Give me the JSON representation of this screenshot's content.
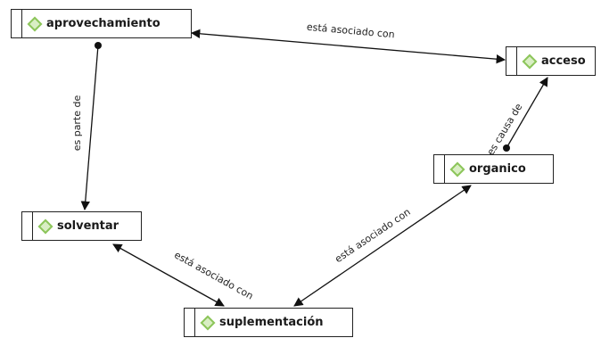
{
  "nodes": {
    "aprovechamiento": {
      "label": "aprovechamiento",
      "icon": "diamond-icon"
    },
    "acceso": {
      "label": "acceso",
      "icon": "diamond-icon"
    },
    "organico": {
      "label": "organico",
      "icon": "diamond-icon"
    },
    "solventar": {
      "label": "solventar",
      "icon": "diamond-icon"
    },
    "suplementacion": {
      "label": "suplementación",
      "icon": "diamond-icon"
    }
  },
  "edges": [
    {
      "from": "aprovechamiento",
      "to": "acceso",
      "label": "está asociado con",
      "style": "bidirectional"
    },
    {
      "from": "aprovechamiento",
      "to": "solventar",
      "label": "es parte de",
      "style": "dot-to-arrow"
    },
    {
      "from": "organico",
      "to": "acceso",
      "label": "es causa de",
      "style": "dot-to-arrow"
    },
    {
      "from": "solventar",
      "to": "suplementacion",
      "label": "está asociado con",
      "style": "bidirectional"
    },
    {
      "from": "suplementacion",
      "to": "organico",
      "label": "está asociado con",
      "style": "bidirectional"
    }
  ],
  "colors": {
    "icon_stroke": "#8cc55a",
    "icon_fill": "#d9eec4",
    "line": "#111111"
  }
}
